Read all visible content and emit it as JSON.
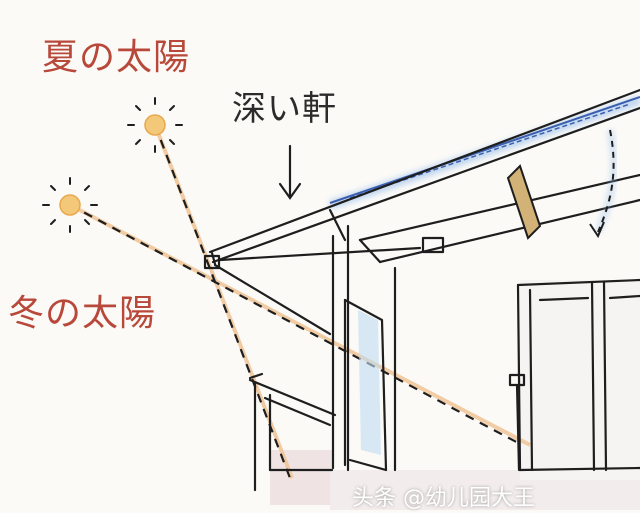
{
  "labels": {
    "summer_sun": "夏の太陽",
    "winter_sun": "冬の太陽",
    "deep_eaves": "深い軒"
  },
  "watermark": "头条 @幼儿园大王",
  "colors": {
    "label_red": "#b8483a",
    "sun_fill": "#f3c878",
    "sun_ray_line": "#f0c79a",
    "ink": "#1e1e1e",
    "roof_blue": "#3a5fb0",
    "window_glass": "#bfdcf2"
  },
  "icons": [
    "summer-sun-icon",
    "winter-sun-icon",
    "down-arrow-icon",
    "airflow-arrow-icon"
  ]
}
